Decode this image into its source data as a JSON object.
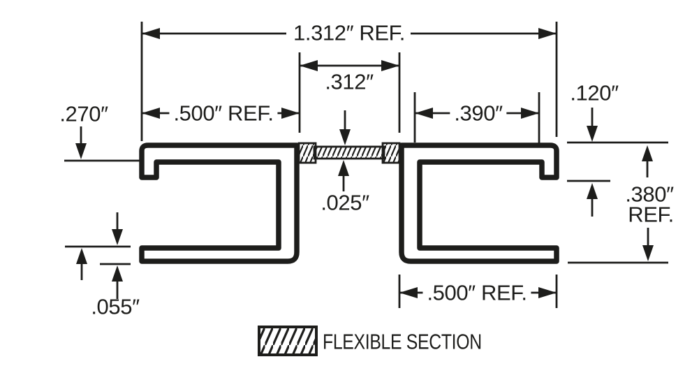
{
  "diagram": {
    "type": "technical-drawing-cross-section",
    "dimensions": {
      "overall_width": "1.312″ REF.",
      "center_section_width": ".312″",
      "left_flange_width": ".500″ REF.",
      "right_inner_width": ".390″",
      "lip_depth": ".120″",
      "left_inner_depth": ".270″",
      "web_thickness": ".025″",
      "overall_height_value": ".380″",
      "overall_height_suffix": "REF.",
      "bottom_wall_thickness": ".055″",
      "right_flange_width": ".500″ REF."
    },
    "legend": {
      "label": "FLEXIBLE SECTION"
    },
    "colors": {
      "line": "#1d1d1b",
      "background": "#ffffff"
    }
  }
}
